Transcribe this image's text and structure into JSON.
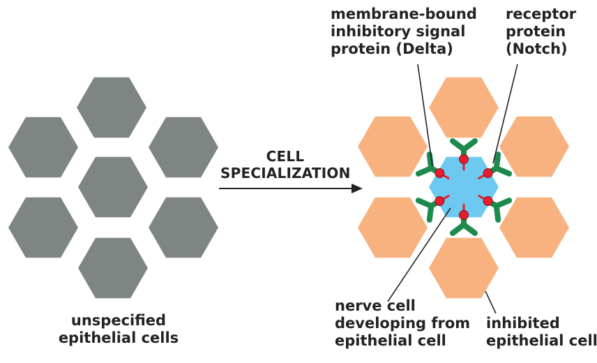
{
  "colors": {
    "unspecified_cell": "#7f8582",
    "inhibited_cell": "#f7b27f",
    "nerve_cell": "#6dc9ef",
    "receptor_notch": "#1c8a4d",
    "delta_signal": "#e41e2d",
    "line": "#222222",
    "text": "#222222"
  },
  "labels": {
    "delta": [
      "membrane-bound",
      "inhibitory signal",
      "protein (Delta)"
    ],
    "notch": [
      "receptor",
      "protein",
      "(Notch)"
    ],
    "arrow": [
      "CELL",
      "SPECIALIZATION"
    ],
    "unspecified": [
      "unspecified",
      "epithelial cells"
    ],
    "nerve": [
      "nerve cell",
      "developing from",
      "epithelial cell"
    ],
    "inhibited": [
      "inhibited",
      "epithelial cell"
    ]
  }
}
